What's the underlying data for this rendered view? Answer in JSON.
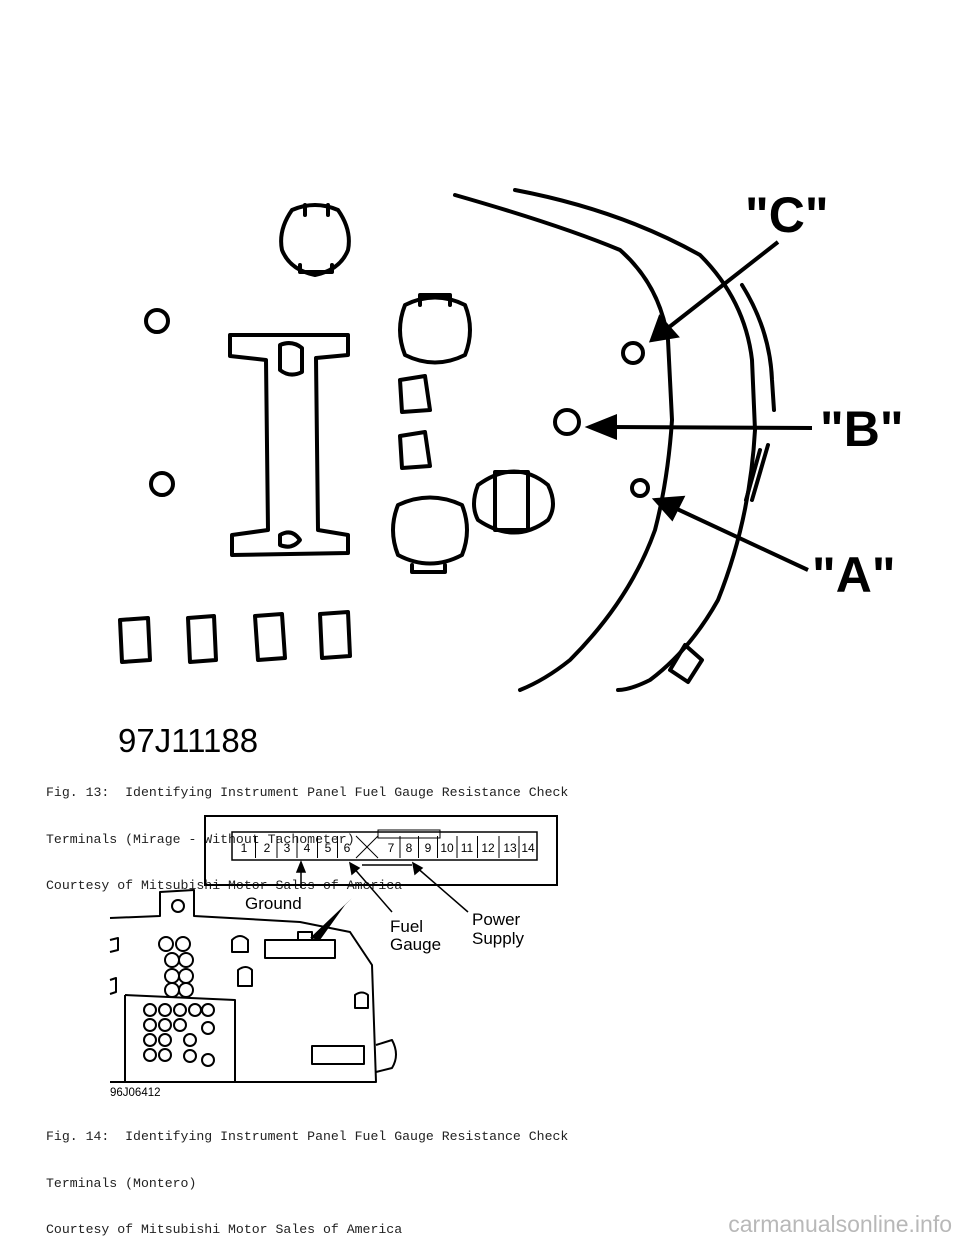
{
  "fig13": {
    "image_code": "97J11188",
    "callouts": {
      "c": "\"C\"",
      "b": "\"B\"",
      "a": "\"A\""
    },
    "caption": [
      "Fig. 13:  Identifying Instrument Panel Fuel Gauge Resistance Check",
      "Terminals (Mirage - Without Tachometer)",
      "Courtesy of Mitsubishi Motor Sales of America"
    ]
  },
  "fig14": {
    "image_code": "96J06412",
    "connector_pins": [
      "1",
      "2",
      "3",
      "4",
      "5",
      "6",
      "7",
      "8",
      "9",
      "10",
      "11",
      "12",
      "13",
      "14"
    ],
    "labels": {
      "ground": "Ground",
      "fuel_gauge_line1": "Fuel",
      "fuel_gauge_line2": "Gauge",
      "power_line1": "Power",
      "power_line2": "Supply"
    },
    "caption": [
      "Fig. 14:  Identifying Instrument Panel Fuel Gauge Resistance Check",
      "Terminals (Montero)",
      "Courtesy of Mitsubishi Motor Sales of America"
    ]
  },
  "watermark": "carmanualsonline.info"
}
